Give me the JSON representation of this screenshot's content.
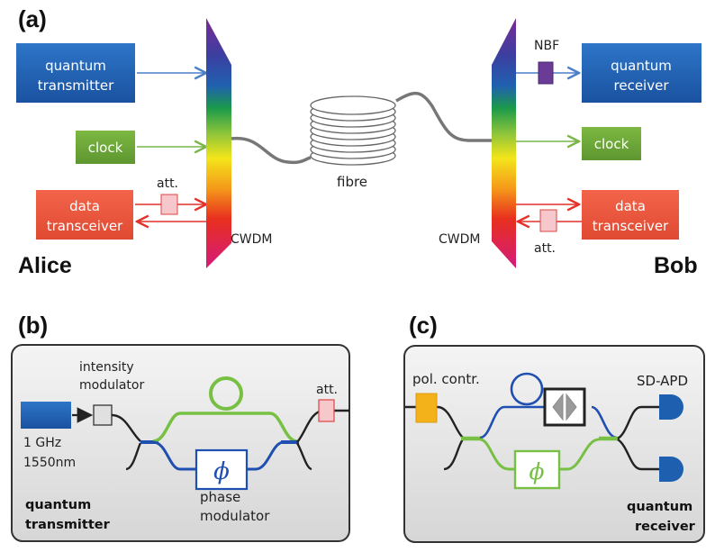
{
  "panel_a": {
    "label": "(a)",
    "alice": {
      "name": "Alice",
      "quantum_transmitter": [
        "quantum",
        "transmitter"
      ],
      "clock": "clock",
      "data_transceiver": [
        "data",
        "transceiver"
      ],
      "attenuator": "att.",
      "cwdm": "CWDM"
    },
    "fibre": "fibre",
    "bob": {
      "name": "Bob",
      "nbf": "NBF",
      "quantum_receiver": [
        "quantum",
        "receiver"
      ],
      "clock": "clock",
      "data_transceiver": [
        "data",
        "transceiver"
      ],
      "attenuator": "att.",
      "cwdm": "CWDM"
    }
  },
  "panel_b": {
    "label": "(b)",
    "intensity_modulator": [
      "intensity",
      "modulator"
    ],
    "laser": [
      "1 GHz",
      "1550nm"
    ],
    "attenuator": "att.",
    "phase_symbol": "ϕ",
    "phase_modulator": [
      "phase",
      "modulator"
    ],
    "title": [
      "quantum",
      "transmitter"
    ]
  },
  "panel_c": {
    "label": "(c)",
    "pol_controller": "pol. contr.",
    "detector": "SD-APD",
    "phase_symbol": "ϕ",
    "title": [
      "quantum",
      "receiver"
    ]
  },
  "colors": {
    "quantum_blue": "#1f5fb0",
    "clock_green": "#6aa43a",
    "data_red": "#e9563f",
    "fibre_gray": "#777777",
    "nbf_purple": "#6a3c96",
    "pol_yellow": "#f3b21a"
  }
}
